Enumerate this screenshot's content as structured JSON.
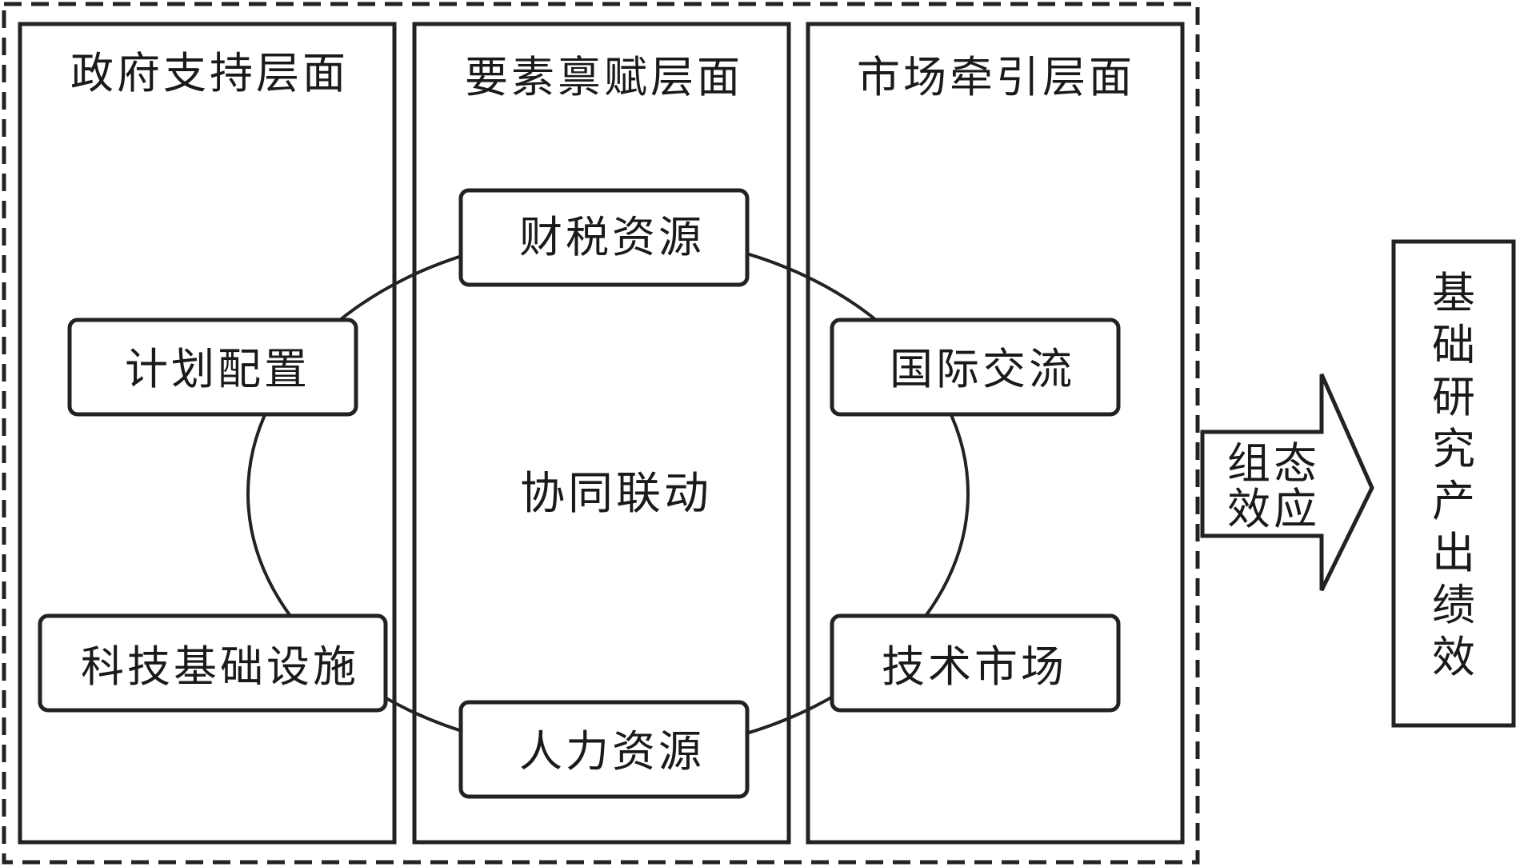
{
  "layers": [
    {
      "title": "政府支持层面"
    },
    {
      "title": "要素禀赋层面"
    },
    {
      "title": "市场牵引层面"
    }
  ],
  "nodes": {
    "fiscal": "财税资源",
    "planning": "计划配置",
    "international": "国际交流",
    "infrastructure": "科技基础设施",
    "tech_market": "技术市场",
    "human": "人力资源"
  },
  "center_label": "协同联动",
  "arrow_label": [
    "组态",
    "效应"
  ],
  "output_label": [
    "基",
    "础",
    "研",
    "究",
    "产",
    "出",
    "绩",
    "效"
  ]
}
